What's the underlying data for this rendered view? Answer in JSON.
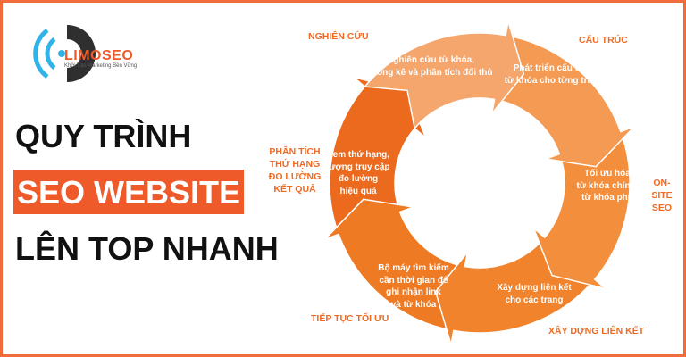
{
  "brand": {
    "name": "LIMOSEO",
    "tagline": "Khởi Tạo Marketing Bền Vững"
  },
  "headline": {
    "line1": "QUY TRÌNH",
    "line2": "SEO WEBSITE",
    "line3": "LÊN TOP NHANH"
  },
  "colors": {
    "accent": "#ef5a2a",
    "border": "#f26b3a",
    "label": "#ef6a24",
    "segments": [
      "#f5a66c",
      "#f49a52",
      "#f28e3c",
      "#f0832c",
      "#ef7a24",
      "#eb6a1e"
    ]
  },
  "steps": [
    {
      "label": "NGHIÊN CỨU",
      "text": [
        "Nghiên cứu từ khóa,",
        "thống kê và phân tích đối thủ"
      ]
    },
    {
      "label": "CẤU TRÚC",
      "text": [
        "Phát triển cấu trúc,",
        "từ khóa cho từng trang"
      ]
    },
    {
      "label": "ON-SITE SEO",
      "text": [
        "Tối ưu hóa",
        "từ khóa chính,",
        "từ khóa phụ"
      ]
    },
    {
      "label": "XÂY DỰNG LIÊN KẾT",
      "text": [
        "Xây dựng liên kết",
        "cho các trang"
      ]
    },
    {
      "label": "TIẾP TỤC TỐI ƯU",
      "text": [
        "Bộ máy tìm kiếm",
        "cần thời gian để",
        "ghi nhận link",
        "và từ khóa"
      ]
    },
    {
      "label": "PHÂN TÍCH THỨ HẠNG ĐO LƯỜNG KẾT QUẢ",
      "text": [
        "Xem thứ hạng,",
        "lượng truy cập",
        "đo lường",
        "hiệu quả"
      ]
    }
  ]
}
